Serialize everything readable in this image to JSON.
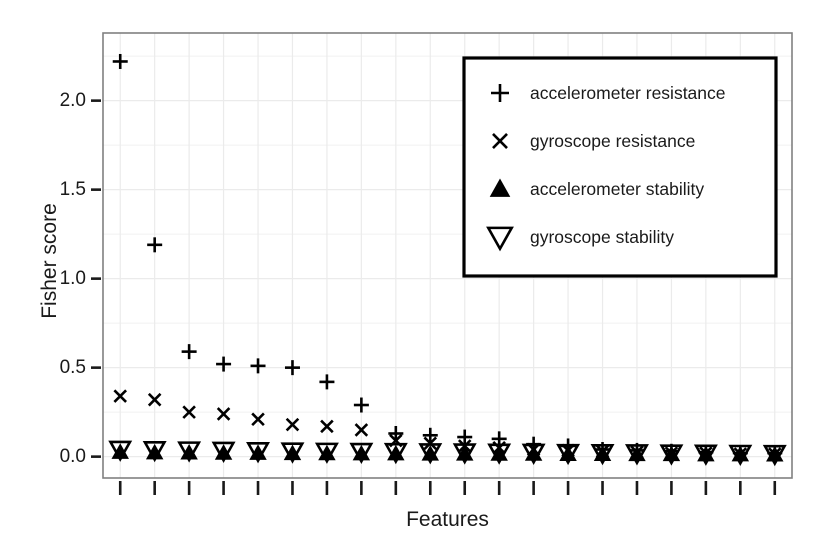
{
  "chart_data": {
    "type": "scatter",
    "title": "",
    "xlabel": "Features",
    "ylabel": "Fisher score",
    "ylim": [
      -0.12,
      2.38
    ],
    "yticks": [
      0.0,
      0.5,
      1.0,
      1.5,
      2.0
    ],
    "ytick_labels": [
      "0.0",
      "0.5",
      "1.0",
      "1.5",
      "2.0"
    ],
    "minor_yticks": [
      0.25,
      0.75,
      1.25,
      1.75,
      2.25
    ],
    "x_count": 20,
    "xtick_labels": [],
    "grid": true,
    "legend_position": "top-right",
    "series": [
      {
        "name": "accelerometer resistance",
        "marker": "plus",
        "values": [
          2.22,
          1.19,
          0.59,
          0.52,
          0.51,
          0.5,
          0.42,
          0.29,
          0.13,
          0.12,
          0.11,
          0.1,
          0.07,
          0.06,
          0.04,
          0.035,
          0.03,
          0.025,
          0.02,
          0.02
        ]
      },
      {
        "name": "gyroscope resistance",
        "marker": "cross",
        "values": [
          0.34,
          0.32,
          0.25,
          0.24,
          0.21,
          0.18,
          0.17,
          0.15,
          0.09,
          0.075,
          0.06,
          0.05,
          0.04,
          0.035,
          0.03,
          0.025,
          0.02,
          0.02,
          0.015,
          0.015
        ]
      },
      {
        "name": "accelerometer stability",
        "marker": "triangle-up-filled",
        "values": [
          0.025,
          0.022,
          0.021,
          0.02,
          0.019,
          0.018,
          0.017,
          0.016,
          0.016,
          0.015,
          0.015,
          0.014,
          0.014,
          0.013,
          0.013,
          0.012,
          0.012,
          0.011,
          0.011,
          0.01
        ]
      },
      {
        "name": "gyroscope stability",
        "marker": "triangle-down-open",
        "values": [
          0.04,
          0.038,
          0.036,
          0.034,
          0.032,
          0.03,
          0.029,
          0.028,
          0.027,
          0.026,
          0.025,
          0.024,
          0.023,
          0.022,
          0.021,
          0.02,
          0.019,
          0.018,
          0.017,
          0.016
        ]
      }
    ]
  },
  "legend": {
    "items": [
      {
        "label": "accelerometer resistance",
        "marker": "plus"
      },
      {
        "label": "gyroscope resistance",
        "marker": "cross"
      },
      {
        "label": "accelerometer stability",
        "marker": "triangle-up-filled"
      },
      {
        "label": "gyroscope stability",
        "marker": "triangle-down-open"
      }
    ]
  },
  "style": {
    "panel_background": "#ffffff",
    "panel_border": "#808080",
    "grid_major": "#ebebeb",
    "grid_minor": "#f5f5f5",
    "marker_color": "#000000",
    "text_color": "#1a1a1a"
  }
}
